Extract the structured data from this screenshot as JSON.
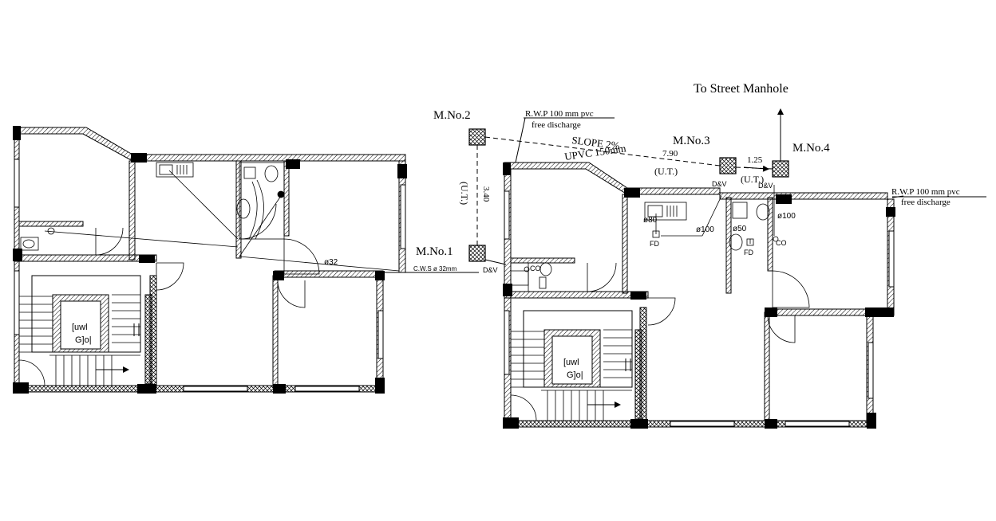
{
  "manholes": {
    "m1": "M.No.1",
    "m2": "M.No.2",
    "m3": "M.No.3",
    "m4": "M.No.4"
  },
  "notes": {
    "street": "To Street Manhole",
    "rwp_top": "R.W.P 100 mm pvc",
    "free_top": "free discharge",
    "rwp_right": "R.W.P 100 mm pvc",
    "free_right": "free discharge",
    "slope": "SLOPE 2%",
    "pipe": "UPVC 150mm",
    "len_main": "7.90",
    "len_ut": "(U.T.)",
    "len_short": "1.25",
    "len_short_ut": "(U.T.)",
    "len_vert": "3.40",
    "len_vert_ut": "(U.T.)",
    "cws": "C.W.S ø 32mm",
    "dv_left": "D&V",
    "dv_mid": "D&V",
    "dv_right": "D&V",
    "co_left": "CO",
    "co_right": "CO",
    "fd1": "FD",
    "fd2": "FD",
    "d80": "ø80",
    "d100a": "ø100",
    "d100b": "ø100",
    "d50": "ø50",
    "d32": "ø32",
    "stair_left": "[uwl\nG]o|",
    "stair_right": "[uwl\nG]o|"
  },
  "colors": {
    "wall": "#000000",
    "hatch": "#000000",
    "background": "#ffffff"
  }
}
